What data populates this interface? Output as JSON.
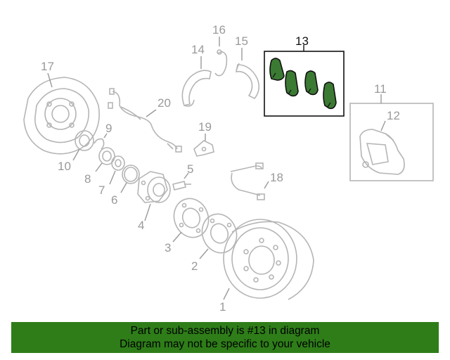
{
  "callouts": {
    "c1": "1",
    "c2": "2",
    "c3": "3",
    "c4": "4",
    "c5": "5",
    "c6": "6",
    "c7": "7",
    "c8": "8",
    "c9": "9",
    "c10": "10",
    "c11": "11",
    "c12": "12",
    "c13": "13",
    "c14": "14",
    "c15": "15",
    "c16": "16",
    "c17": "17",
    "c18": "18",
    "c19": "19",
    "c20": "20"
  },
  "highlight_callout": "13",
  "colors": {
    "highlight": "#3b7a33",
    "banner": "#2e7d19",
    "parts": "#b5b5b5",
    "labels": "#9a9a9a"
  },
  "banner": {
    "line1": "Part or sub-assembly is #13 in diagram",
    "line2": "Diagram may not be specific to your vehicle"
  }
}
